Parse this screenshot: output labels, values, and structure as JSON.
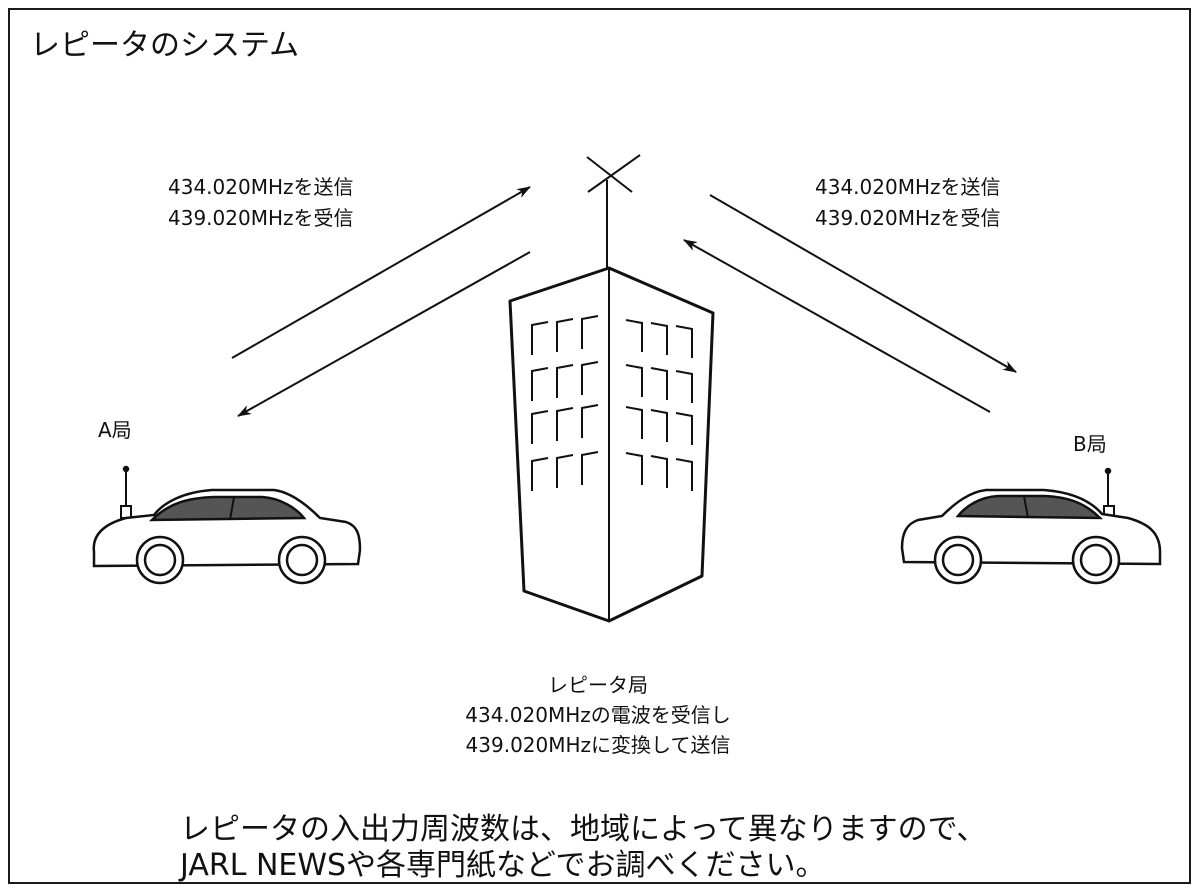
{
  "title": "レピータのシステム",
  "left_link": {
    "line1": "434.020MHzを送信",
    "line2": "439.020MHzを受信"
  },
  "right_link": {
    "line1": "434.020MHzを送信",
    "line2": "439.020MHzを受信"
  },
  "station_a": "A局",
  "station_b": "B局",
  "repeater": {
    "name": "レピータ局",
    "line1": "434.020MHzの電波を受信し",
    "line2": "439.020MHzに変換して送信"
  },
  "note": {
    "line1": "レピータの入出力周波数は、地域によって異なりますので、",
    "line2": "JARL NEWSや各専門紙などでお調べください。"
  },
  "icons": [
    "antenna-icon",
    "building-icon",
    "car-icon",
    "arrow-icon"
  ]
}
